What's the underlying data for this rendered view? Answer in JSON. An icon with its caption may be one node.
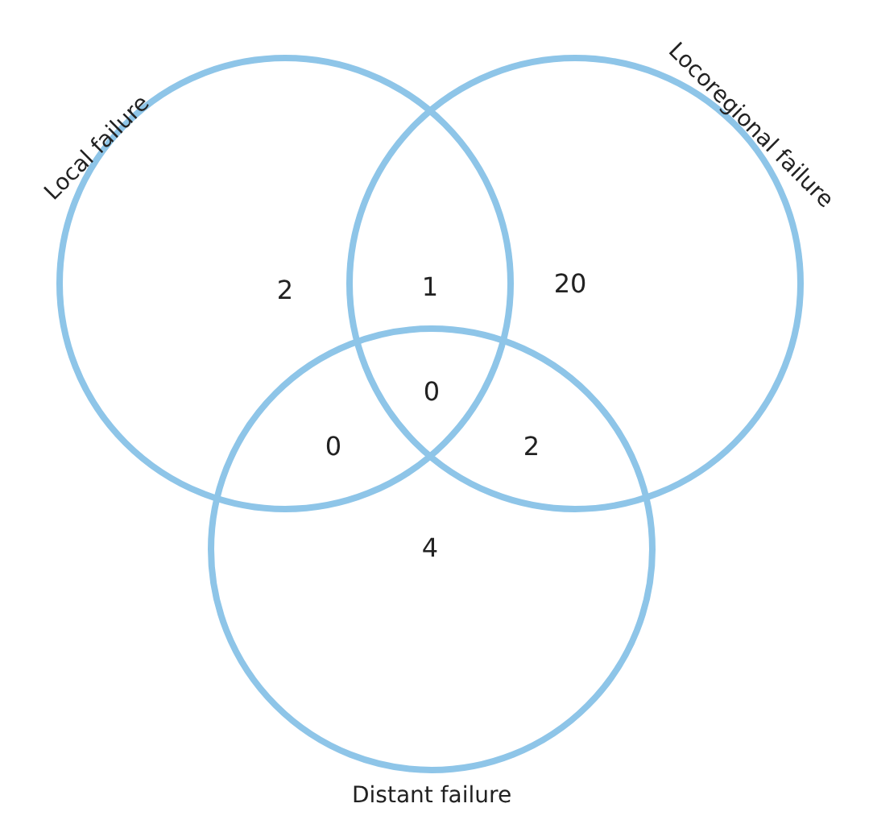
{
  "diagram": {
    "nodes": [
      {
        "text": [
          "Local failure"
        ]
      },
      {
        "text": [
          "Locoregional failure"
        ]
      },
      {
        "text": [
          "Distant failure"
        ]
      }
    ],
    "labels": [
      "2",
      "1",
      "20",
      "0",
      "0",
      "2",
      "4"
    ]
  }
}
